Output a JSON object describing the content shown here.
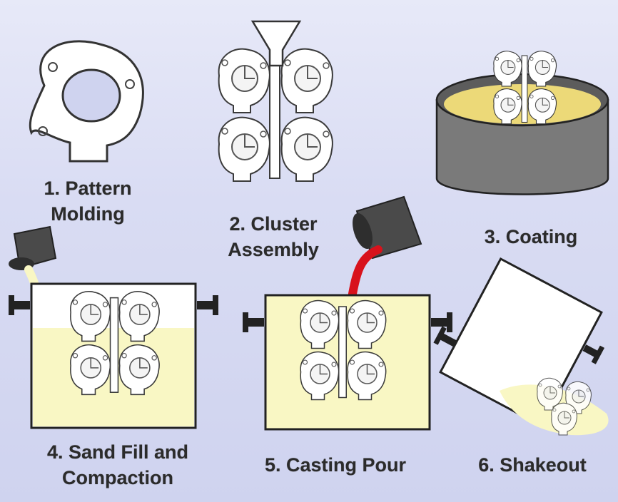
{
  "steps": [
    {
      "name": "pattern-molding",
      "lines": [
        "1. Pattern",
        "Molding"
      ]
    },
    {
      "name": "cluster-assembly",
      "lines": [
        "2. Cluster",
        "Assembly"
      ]
    },
    {
      "name": "coating",
      "lines": [
        "3. Coating"
      ]
    },
    {
      "name": "sand-fill",
      "lines": [
        "4. Sand Fill and",
        "Compaction"
      ]
    },
    {
      "name": "casting-pour",
      "lines": [
        "5. Casting Pour"
      ]
    },
    {
      "name": "shakeout",
      "lines": [
        "6. Shakeout"
      ]
    }
  ],
  "colors": {
    "background": "#d9dcf3",
    "sand": "#f9f7c4",
    "coating": "#ecd978",
    "molten_metal": "#d8121c",
    "ladle": "#4a4a4a",
    "pattern_foam": "#ffffff",
    "outline": "#222222"
  }
}
